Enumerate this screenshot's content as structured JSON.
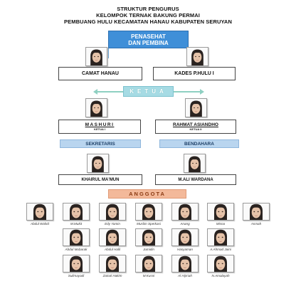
{
  "title": {
    "line1": "STRUKTUR PENGURUS",
    "line2": "KELOMPOK TERNAK BAKUNG PERMAI",
    "line3": "PEMBUANG HULU KECAMATAN HANAU KABUPATEN SERUYAN"
  },
  "penasehat": {
    "header_line1": "PENASEHAT",
    "header_line2": "DAN PEMBINA",
    "left_name": "CAMAT HANAU",
    "right_name": "KADES P.HULU I"
  },
  "ketua": {
    "header": "KETUA",
    "left_name": "MASHURI",
    "left_role": "KETUA I",
    "right_name": "RAHMAT ASIANDHO",
    "right_role": "KETUA II"
  },
  "sekretaris": {
    "header": "SEKRETARIS",
    "name": "KHAIRUL MA'MUN"
  },
  "bendahara": {
    "header": "BENDAHARA",
    "name": "M.ALI WARDANA"
  },
  "anggota": {
    "header": "ANGGOTA",
    "row1": [
      "Abdul Wahid",
      "M.Mukit",
      "Edy Yamin",
      "Muslim Sperkasi",
      "Anang",
      "Misna",
      "Asmah"
    ],
    "row2": [
      "Abdul Mubarak",
      "Abdul Halil",
      "Jumidin",
      "Hasyaman",
      "A.Ahmad Jaini"
    ],
    "row3": [
      "Sulimayadi",
      "Zainal Hakim",
      "M.Kusni",
      "Al Hijrriah",
      "N.Amalayah"
    ]
  },
  "colors": {
    "header_blue": "#3f8fd8",
    "header_light_blue": "#b9d5ef",
    "ketua_cyan": "#a6dbe4",
    "anggota_orange": "#f3b99a",
    "connector": "#6aa7d8"
  }
}
